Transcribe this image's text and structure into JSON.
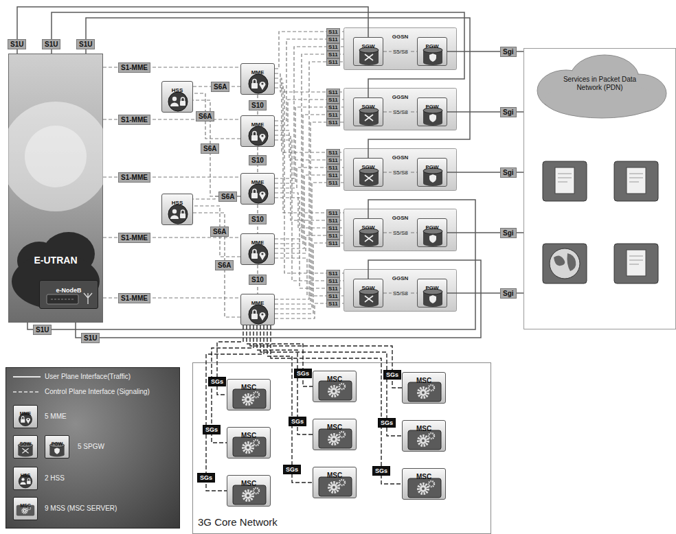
{
  "diagram": {
    "nodes": [
      {
        "text": [
          "E-UTRAN"
        ]
      },
      {
        "text": [
          "e-NodeB"
        ],
        "in": 0
      },
      {
        "text": [
          "MME"
        ]
      },
      {
        "text": [
          "MME"
        ]
      },
      {
        "text": [
          "MME"
        ]
      },
      {
        "text": [
          "MME"
        ]
      },
      {
        "text": [
          "MME"
        ]
      },
      {
        "text": [
          "HSS"
        ]
      },
      {
        "text": [
          "HSS"
        ]
      },
      {
        "text": [
          "GGSN"
        ]
      },
      {
        "text": [
          "SGW"
        ],
        "in": 9
      },
      {
        "text": [
          "PGW"
        ],
        "in": 9
      },
      {
        "text": [
          "GGSN"
        ]
      },
      {
        "text": [
          "SGW"
        ],
        "in": 12
      },
      {
        "text": [
          "PGW"
        ],
        "in": 12
      },
      {
        "text": [
          "GGSN"
        ]
      },
      {
        "text": [
          "SGW"
        ],
        "in": 15
      },
      {
        "text": [
          "PGW"
        ],
        "in": 15
      },
      {
        "text": [
          "GGSN"
        ]
      },
      {
        "text": [
          "SGW"
        ],
        "in": 18
      },
      {
        "text": [
          "PGW"
        ],
        "in": 18
      },
      {
        "text": [
          "GGSN"
        ]
      },
      {
        "text": [
          "SGW"
        ],
        "in": 21
      },
      {
        "text": [
          "PGW"
        ],
        "in": 21
      },
      {
        "text": [
          "Services in Packet Data Network (PDN)"
        ]
      },
      {
        "text": [
          "3G Core Network"
        ]
      },
      {
        "text": [
          "MSC"
        ],
        "in": 25
      },
      {
        "text": [
          "MSC"
        ],
        "in": 25
      },
      {
        "text": [
          "MSC"
        ],
        "in": 25
      },
      {
        "text": [
          "MSC"
        ],
        "in": 25
      },
      {
        "text": [
          "MSC"
        ],
        "in": 25
      },
      {
        "text": [
          "MSC"
        ],
        "in": 25
      },
      {
        "text": [
          "MSC"
        ],
        "in": 25
      },
      {
        "text": [
          "MSC"
        ],
        "in": 25
      },
      {
        "text": [
          "MSC"
        ],
        "in": 25
      }
    ],
    "edges": [
      {
        "from": 0,
        "to": 2,
        "arrow": "none",
        "label": "S1-MME"
      },
      {
        "from": 0,
        "to": 3,
        "arrow": "none",
        "label": "S1-MME"
      },
      {
        "from": 0,
        "to": 4,
        "arrow": "none",
        "label": "S1-MME"
      },
      {
        "from": 0,
        "to": 5,
        "arrow": "none",
        "label": "S1-MME"
      },
      {
        "from": 0,
        "to": 6,
        "arrow": "none",
        "label": "S1-MME"
      },
      {
        "from": 0,
        "to": 10,
        "arrow": "none",
        "label": "S1U"
      },
      {
        "from": 0,
        "to": 13,
        "arrow": "none",
        "label": "S1U"
      },
      {
        "from": 0,
        "to": 16,
        "arrow": "none",
        "label": "S1U"
      },
      {
        "from": 0,
        "to": 19,
        "arrow": "none",
        "label": "S1U"
      },
      {
        "from": 0,
        "to": 22,
        "arrow": "none",
        "label": "S1U"
      },
      {
        "from": 2,
        "to": 7,
        "arrow": "none",
        "label": "S6A"
      },
      {
        "from": 3,
        "to": 7,
        "arrow": "none",
        "label": "S6A"
      },
      {
        "from": 4,
        "to": 7,
        "arrow": "none",
        "label": "S6A"
      },
      {
        "from": 4,
        "to": 8,
        "arrow": "none",
        "label": "S6A"
      },
      {
        "from": 5,
        "to": 8,
        "arrow": "none",
        "label": "S6A"
      },
      {
        "from": 6,
        "to": 8,
        "arrow": "none",
        "label": "S6A"
      },
      {
        "from": 2,
        "to": 3,
        "arrow": "none",
        "label": "S10"
      },
      {
        "from": 3,
        "to": 4,
        "arrow": "none",
        "label": "S10"
      },
      {
        "from": 4,
        "to": 5,
        "arrow": "none",
        "label": "S10"
      },
      {
        "from": 5,
        "to": 6,
        "arrow": "none",
        "label": "S10"
      },
      {
        "from": 2,
        "to": 9,
        "arrow": "none",
        "label": "S11"
      },
      {
        "from": 2,
        "to": 12,
        "arrow": "none",
        "label": "S11"
      },
      {
        "from": 2,
        "to": 15,
        "arrow": "none",
        "label": "S11"
      },
      {
        "from": 2,
        "to": 18,
        "arrow": "none",
        "label": "S11"
      },
      {
        "from": 2,
        "to": 21,
        "arrow": "none",
        "label": "S11"
      },
      {
        "from": 3,
        "to": 9,
        "arrow": "none",
        "label": "S11"
      },
      {
        "from": 3,
        "to": 12,
        "arrow": "none",
        "label": "S11"
      },
      {
        "from": 3,
        "to": 15,
        "arrow": "none",
        "label": "S11"
      },
      {
        "from": 3,
        "to": 18,
        "arrow": "none",
        "label": "S11"
      },
      {
        "from": 3,
        "to": 21,
        "arrow": "none",
        "label": "S11"
      },
      {
        "from": 4,
        "to": 9,
        "arrow": "none",
        "label": "S11"
      },
      {
        "from": 4,
        "to": 12,
        "arrow": "none",
        "label": "S11"
      },
      {
        "from": 4,
        "to": 15,
        "arrow": "none",
        "label": "S11"
      },
      {
        "from": 4,
        "to": 18,
        "arrow": "none",
        "label": "S11"
      },
      {
        "from": 4,
        "to": 21,
        "arrow": "none",
        "label": "S11"
      },
      {
        "from": 5,
        "to": 9,
        "arrow": "none",
        "label": "S11"
      },
      {
        "from": 5,
        "to": 12,
        "arrow": "none",
        "label": "S11"
      },
      {
        "from": 5,
        "to": 15,
        "arrow": "none",
        "label": "S11"
      },
      {
        "from": 5,
        "to": 18,
        "arrow": "none",
        "label": "S11"
      },
      {
        "from": 5,
        "to": 21,
        "arrow": "none",
        "label": "S11"
      },
      {
        "from": 6,
        "to": 9,
        "arrow": "none",
        "label": "S11"
      },
      {
        "from": 6,
        "to": 12,
        "arrow": "none",
        "label": "S11"
      },
      {
        "from": 6,
        "to": 15,
        "arrow": "none",
        "label": "S11"
      },
      {
        "from": 6,
        "to": 18,
        "arrow": "none",
        "label": "S11"
      },
      {
        "from": 6,
        "to": 21,
        "arrow": "none",
        "label": "S11"
      },
      {
        "from": 10,
        "to": 11,
        "arrow": "none",
        "label": "S5/S8"
      },
      {
        "from": 13,
        "to": 14,
        "arrow": "none",
        "label": "S5/S8"
      },
      {
        "from": 16,
        "to": 17,
        "arrow": "none",
        "label": "S5/S8"
      },
      {
        "from": 19,
        "to": 20,
        "arrow": "none",
        "label": "S5/S8"
      },
      {
        "from": 22,
        "to": 23,
        "arrow": "none",
        "label": "S5/S8"
      },
      {
        "from": 11,
        "to": 24,
        "arrow": "none",
        "label": "Sgi"
      },
      {
        "from": 14,
        "to": 24,
        "arrow": "none",
        "label": "Sgi"
      },
      {
        "from": 17,
        "to": 24,
        "arrow": "none",
        "label": "Sgi"
      },
      {
        "from": 20,
        "to": 24,
        "arrow": "none",
        "label": "Sgi"
      },
      {
        "from": 23,
        "to": 24,
        "arrow": "none",
        "label": "Sgi"
      },
      {
        "from": 6,
        "to": 26,
        "arrow": "none",
        "label": "SGs"
      },
      {
        "from": 6,
        "to": 27,
        "arrow": "none",
        "label": "SGs"
      },
      {
        "from": 6,
        "to": 28,
        "arrow": "none",
        "label": "SGs"
      },
      {
        "from": 6,
        "to": 29,
        "arrow": "none",
        "label": "SGs"
      },
      {
        "from": 6,
        "to": 30,
        "arrow": "none",
        "label": "SGs"
      },
      {
        "from": 6,
        "to": 31,
        "arrow": "none",
        "label": "SGs"
      },
      {
        "from": 6,
        "to": 32,
        "arrow": "none",
        "label": "SGs"
      },
      {
        "from": 6,
        "to": 33,
        "arrow": "none",
        "label": "SGs"
      },
      {
        "from": 6,
        "to": 34,
        "arrow": "none",
        "label": "SGs"
      }
    ],
    "labels": [
      "MME",
      "SGW",
      "PGW",
      "HSS",
      "MSC"
    ],
    "legend": [
      {
        "text": "User Plane Interface(Traffic)"
      },
      {
        "text": "Control Plane Interface (Signaling)"
      },
      {
        "text": "5 MME"
      },
      {
        "text": "5 SPGW"
      },
      {
        "text": "2 HSS"
      },
      {
        "text": "9 MSS (MSC SERVER)"
      }
    ]
  }
}
